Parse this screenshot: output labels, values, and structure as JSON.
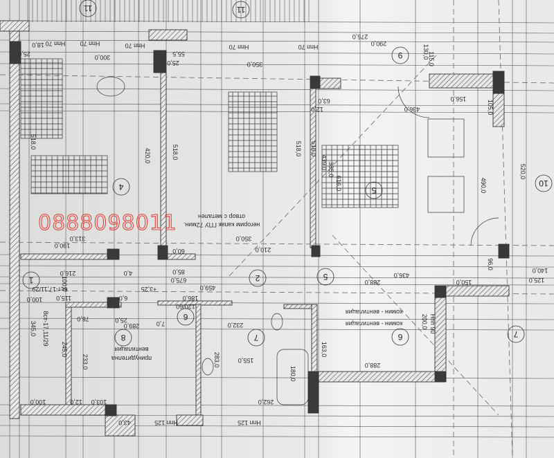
{
  "watermark": "0888098011",
  "rooms": [
    "1",
    "2",
    "4",
    "5",
    "6",
    "7",
    "8",
    "9",
    "10",
    "11",
    "11",
    "6",
    "7",
    "5"
  ],
  "labels": [
    "300,0",
    "350,0",
    "275,0",
    "290,0",
    "518,0",
    "420,0",
    "518,0",
    "518,0",
    "516,0",
    "439,0",
    "385,0",
    "616,0",
    "436,0",
    "156,0",
    "105,0",
    "490,0",
    "520,0",
    "190,0",
    "313,0",
    "350,0",
    "210,0",
    "216,0",
    "100,0",
    "100,0",
    "115,0",
    "78,0",
    "233,0",
    "245,0",
    "345,0",
    "100,0",
    "103,0",
    "12,0",
    "43,0",
    "675,0",
    "459,0",
    "186,0",
    "85,0",
    "60,0",
    "289,0",
    "232,0",
    "155,0",
    "262,0",
    "288,0",
    "288,0",
    "436,0",
    "150,0",
    "200,0",
    "163,0",
    "140,0",
    "125,0",
    "96,0",
    "18,0",
    "25,0",
    "55,5",
    "25,0",
    "63,0",
    "12,0",
    "130,0",
    "115,0",
    "4,0",
    "6,0",
    "25,0",
    "7,0",
    "283,0",
    "180,0",
    "Нпп 70",
    "Нпп 70",
    "Нпп 70",
    "Нпп 70",
    "Нпп 70",
    "Нпп 125",
    "Нпп 125",
    "Нпп 90"
  ],
  "annotations": {
    "level": "+3,25",
    "stair_upper": "6ст-17,11/29",
    "stair_lower": "8ст-17,11/29",
    "room8_note_1": "принудителна",
    "room8_note_2": "вентилация",
    "chimney_1": "комин - вентилация",
    "chimney_2": "комин - вентилация",
    "opening_1": "отвор с метален",
    "opening_2": "негорим капак ГПУ 72мин.",
    "shaft": "120/60"
  },
  "colors": {
    "wall_hatch": "#555555",
    "column": "#3a3a3a",
    "watermark": "#e0433f",
    "paper": "#e6e6e4"
  }
}
